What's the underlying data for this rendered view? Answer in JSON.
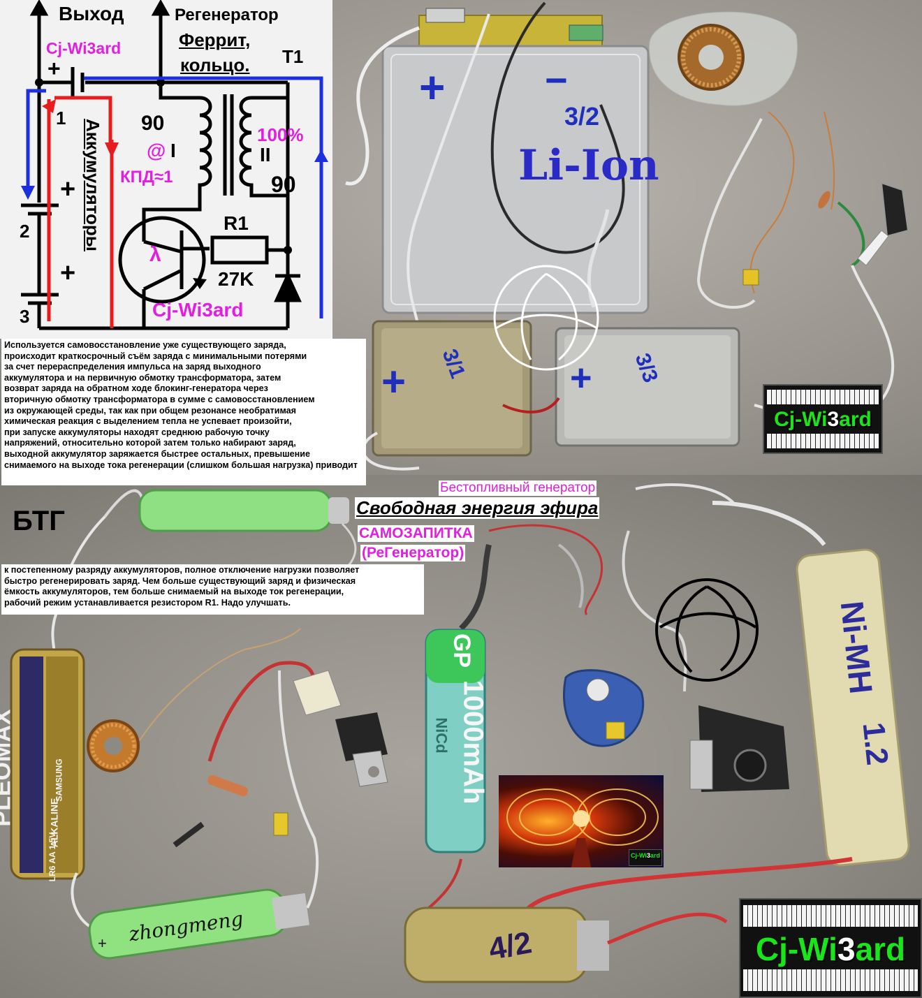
{
  "schematic": {
    "output_label": "Выход",
    "regen_title": "Регенератор",
    "ferrite": "Феррит,",
    "ring": "кольцо.",
    "t1": "T1",
    "brand_top": "Cj-Wi3ard",
    "brand_bottom": "Cj-Wi3ard",
    "plus1": "+",
    "num1": "1",
    "num2": "2",
    "num3": "3",
    "plus2": "+",
    "plus3": "+",
    "batteries": "Аккумуляторы",
    "turns_left": "90",
    "turns_right": "90",
    "at": "@",
    "sep_left": "I",
    "sep_right": "II",
    "efficiency": "КПД≈1",
    "percent": "100%",
    "r1": "R1",
    "r1_value": "27K",
    "lambda": "λ"
  },
  "description": "Используется самовосстановление уже существующего заряда,\nпроисходит краткосрочный съём заряда с минимальными потерями\nза счет перераспределения импульса на заряд выходного\nаккумулятора и на первичную обмотку трансформатора, затем\nвозврат заряда на обратном ходе блокинг-генератора через\nвторичную обмотку трансформатора в сумме с самовосстановлением\nиз окружающей среды, так как при общем резонансе необратимая\nхимическая реакция с выделением тепла не успевает произойти,\nпри запуске аккумуляторы находят среднюю рабочую точку\nнапряжений, относительно которой затем только набирают заряд,\nвыходной аккумулятор заряжается быстрее остальных, превышение\nснимаемого на выходе тока регенерации (слишком большая нагрузка) приводит",
  "description_cont": "к постепенному разряду аккумуляторов, полное отключение нагрузки позволяет\nбыстро регенерировать заряд. Чем больше существующий заряд и физическая\nёмкость аккумуляторов, тем больше снимаемый на выходе ток регенерации,\nрабочий режим устанавливается резистором R1. Надо улучшать.",
  "titles": {
    "btg": "БТГ",
    "fuelless": "Бестопливный генератор",
    "free_energy": "Свободная энергия эфира",
    "self_powered": "САМОЗАПИТКА",
    "regenerator": "(РеГенератор)"
  },
  "photo_labels": {
    "liion_plus": "+",
    "liion_minus": "−",
    "liion_num": "3/2",
    "liion_text": "Li-Ion",
    "cell_a_plus": "+",
    "cell_a_num": "3/1",
    "cell_b_plus": "+",
    "cell_b_num": "3/3",
    "nimh_text": "Ni-MH",
    "nimh_num": "1.2",
    "aa_brand": "PLEOMAX",
    "aa_sub": "ALKALINE",
    "aa_model": "LR6 AA 1.5V",
    "aa_samsung": "SAMSUNG",
    "gp_brand": "GP",
    "gp_cap": "1000mAh",
    "gp_chem": "NiCd",
    "zhong": "zhongmeng",
    "zhong_plus": "+",
    "yellow_cell": "4/2"
  },
  "logos": {
    "small": {
      "name_a": "Cj-Wi",
      "name_b": "3",
      "name_c": "ard"
    },
    "large": {
      "name_a": "Cj-Wi",
      "name_b": "3",
      "name_c": "ard"
    },
    "tiny": {
      "name_a": "Cj-Wi",
      "name_b": "3",
      "name_c": "ard"
    }
  }
}
